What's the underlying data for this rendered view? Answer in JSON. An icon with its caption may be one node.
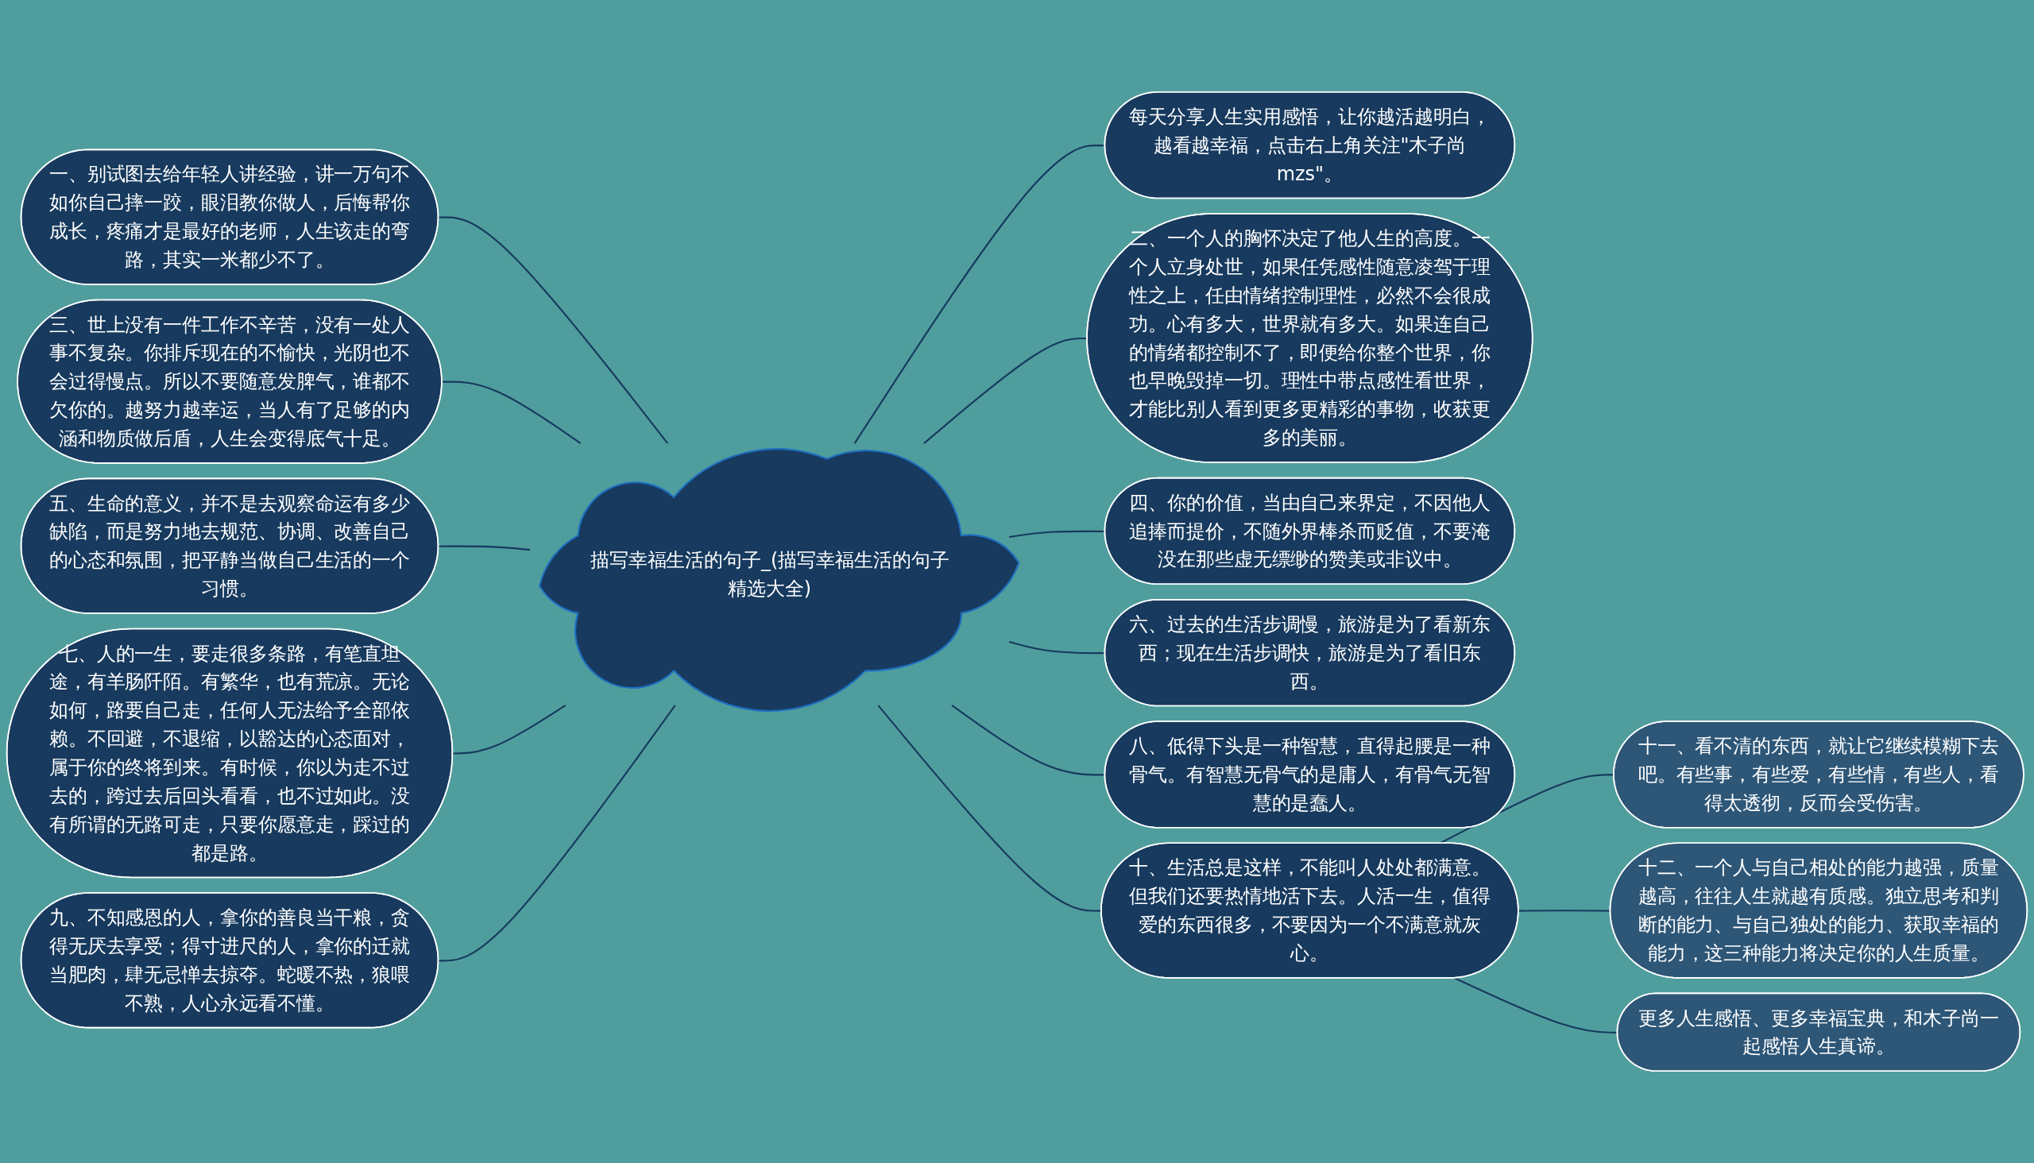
{
  "diagram": {
    "nodes": [
      {
        "text": [
          "描写幸福生活的句子_(描写幸福生活的句子精选大全)"
        ]
      },
      {
        "text": [
          "一、别试图去给年轻人讲经验，讲一万句不如你自己摔一跤，眼泪教你做人，后悔帮你成长，疼痛才是最好的老师，人生该走的弯路，其实一米都少不了。"
        ]
      },
      {
        "text": [
          "三、世上没有一件工作不辛苦，没有一处人事不复杂。你排斥现在的不愉快，光阴也不会过得慢点。所以不要随意发脾气，谁都不欠你的。越努力越幸运，当人有了足够的内涵和物质做后盾，人生会变得底气十足。"
        ]
      },
      {
        "text": [
          "五、生命的意义，并不是去观察命运有多少缺陷，而是努力地去规范、协调、改善自己的心态和氛围，把平静当做自己生活的一个习惯。"
        ]
      },
      {
        "text": [
          "七、人的一生，要走很多条路，有笔直坦途，有羊肠阡陌。有繁华，也有荒凉。无论如何，路要自己走，任何人无法给予全部依赖。不回避，不退缩，以豁达的心态面对，属于你的终将到来。有时候，你以为走不过去的，跨过去后回头看看，也不过如此。没有所谓的无路可走，只要你愿意走，踩过的都是路。"
        ]
      },
      {
        "text": [
          "九、不知感恩的人，拿你的善良当干粮，贪得无厌去享受；得寸进尺的人，拿你的迁就当肥肉，肆无忌惮去掠夺。蛇暖不热，狼喂不熟，人心永远看不懂。"
        ]
      },
      {
        "text": [
          "每天分享人生实用感悟，让你越活越明白，越看越幸福，点击右上角关注\"木子尚mzs\"。"
        ]
      },
      {
        "text": [
          "二、一个人的胸怀决定了他人生的高度。一个人立身处世，如果任凭感性随意凌驾于理性之上，任由情绪控制理性，必然不会很成功。心有多大，世界就有多大。如果连自己的情绪都控制不了，即便给你整个世界，你也早晚毁掉一切。理性中带点感性看世界，才能比别人看到更多更精彩的事物，收获更多的美丽。"
        ]
      },
      {
        "text": [
          "四、你的价值，当由自己来界定，不因他人追捧而提价，不随外界棒杀而贬值，不要淹没在那些虚无缥缈的赞美或非议中。"
        ]
      },
      {
        "text": [
          "六、过去的生活步调慢，旅游是为了看新东西；现在生活步调快，旅游是为了看旧东西。"
        ]
      },
      {
        "text": [
          "八、低得下头是一种智慧，直得起腰是一种骨气。有智慧无骨气的是庸人，有骨气无智慧的是蠢人。"
        ]
      },
      {
        "text": [
          "十、生活总是这样，不能叫人处处都满意。但我们还要热情地活下去。人活一生，值得爱的东西很多，不要因为一个不满意就灰心。"
        ]
      },
      {
        "text": [
          "十一、看不清的东西，就让它继续模糊下去吧。有些事，有些爱，有些情，有些人，看得太透彻，反而会受伤害。"
        ]
      },
      {
        "text": [
          "十二、一个人与自己相处的能力越强，质量越高，往往人生就越有质感。独立思考和判断的能力、与自己独处的能力、获取幸福的能力，这三种能力将决定你的人生质量。"
        ]
      },
      {
        "text": [
          "更多人生感悟、更多幸福宝典，和木子尚一起感悟人生真谛。"
        ]
      }
    ],
    "edges": [
      {
        "from": 0,
        "to": 1,
        "arrow": "none"
      },
      {
        "from": 0,
        "to": 2,
        "arrow": "none"
      },
      {
        "from": 0,
        "to": 3,
        "arrow": "none"
      },
      {
        "from": 0,
        "to": 4,
        "arrow": "none"
      },
      {
        "from": 0,
        "to": 5,
        "arrow": "none"
      },
      {
        "from": 0,
        "to": 6,
        "arrow": "none"
      },
      {
        "from": 0,
        "to": 7,
        "arrow": "none"
      },
      {
        "from": 0,
        "to": 8,
        "arrow": "none"
      },
      {
        "from": 0,
        "to": 9,
        "arrow": "none"
      },
      {
        "from": 0,
        "to": 10,
        "arrow": "none"
      },
      {
        "from": 0,
        "to": 11,
        "arrow": "none"
      },
      {
        "from": 11,
        "to": 12,
        "arrow": "none"
      },
      {
        "from": 11,
        "to": 13,
        "arrow": "none"
      },
      {
        "from": 11,
        "to": 14,
        "arrow": "none"
      }
    ]
  }
}
